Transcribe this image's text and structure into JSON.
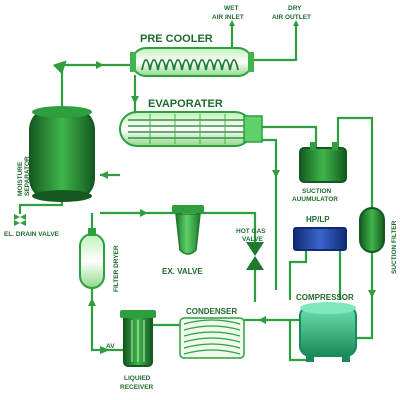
{
  "labels": {
    "pre_cooler": "PRE COOLER",
    "wet_air_inlet_1": "WET",
    "wet_air_inlet_2": "AIR INLET",
    "dry_air_outlet_1": "DRY",
    "dry_air_outlet_2": "AIR OUTLET",
    "evaporater": "EVAPORATER",
    "moisture_separator_1": "MOISTURE",
    "moisture_separator_2": "SEPARATOR",
    "el_drain_valve": "EL. DRAIN VALVE",
    "suction_accumulator_1": "SUCTION",
    "suction_accumulator_2": "AUUMULATOR",
    "hp_lp": "HP/LP",
    "suction_filter": "SUCTION FILTER",
    "filter_dryer": "FILTER DRYER",
    "ex_valve": "EX. VALVE",
    "hot_gas_valve_1": "HOT GAS",
    "hot_gas_valve_2": "VALVE",
    "condenser": "CONDENSER",
    "compressor": "COMPRESSOR",
    "av": "AV",
    "liquied_receiver_1": "LIQUIED",
    "liquied_receiver_2": "RECEIVER"
  },
  "colors": {
    "pipe": "#2e9e3f",
    "pipe_light": "#6fcf6a",
    "vessel_dark": "#1e7a2e",
    "vessel_mid": "#3fb54c",
    "vessel_light": "#bff0b8",
    "hp_lp_blue": "#1f3f9a",
    "label": "#1f6b2d"
  }
}
